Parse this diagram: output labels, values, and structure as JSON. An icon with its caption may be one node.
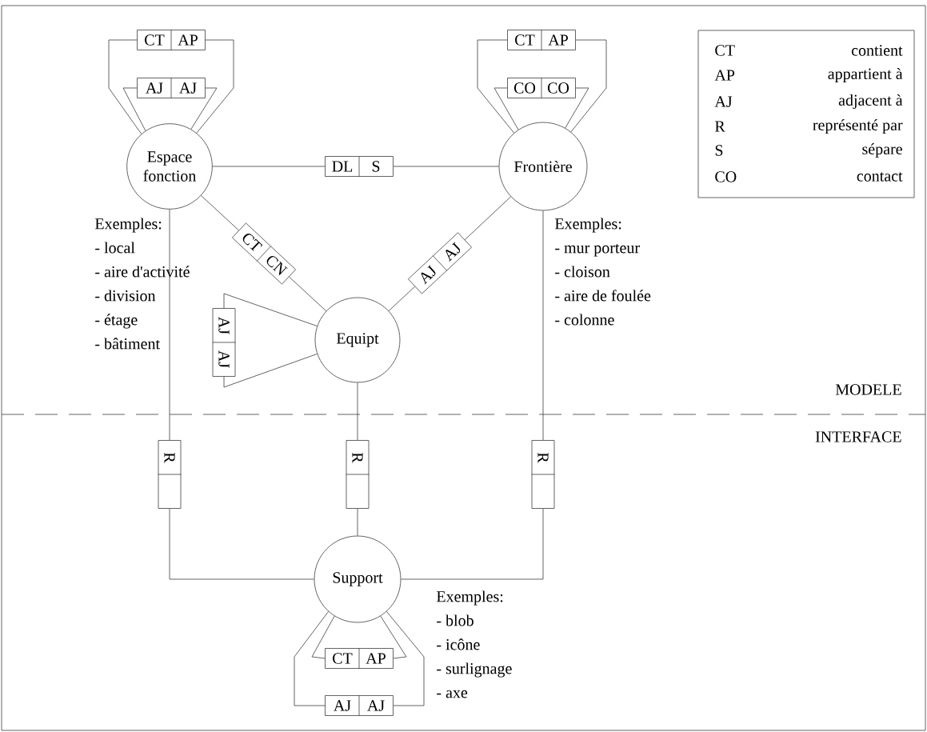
{
  "diagram": {
    "nodes": [
      {
        "text": [
          "Espace fonction"
        ],
        "beside": [
          "Exemples:",
          "- local",
          "- aire d'activité",
          "- division",
          "- étage",
          "- bâtiment"
        ]
      },
      {
        "text": [
          "Frontière"
        ],
        "beside": [
          "Exemples:",
          "- mur porteur",
          "- cloison",
          "- aire de foulée",
          "- colonne"
        ]
      },
      {
        "text": [
          "Equipt"
        ]
      },
      {
        "text": [
          "Support"
        ],
        "beside": [
          "Exemples:",
          "- blob",
          "- icône",
          "- surlignage",
          "- axe"
        ]
      },
      {
        "text": [
          "CT",
          "AP"
        ]
      },
      {
        "text": [
          "AJ",
          "AJ"
        ]
      },
      {
        "text": [
          "CT",
          "AP"
        ]
      },
      {
        "text": [
          "CO",
          "CO"
        ]
      },
      {
        "text": [
          "DL",
          "S"
        ]
      },
      {
        "text": [
          "CT",
          "CN"
        ]
      },
      {
        "text": [
          "AJ",
          "AJ"
        ]
      },
      {
        "text": [
          "AJ",
          "AJ"
        ]
      },
      {
        "text": [
          "R"
        ]
      },
      {
        "text": [
          "R"
        ]
      },
      {
        "text": [
          "R"
        ]
      },
      {
        "text": [
          "CT",
          "AP"
        ]
      },
      {
        "text": [
          "AJ",
          "AJ"
        ]
      }
    ],
    "edges": [
      {
        "from": 0,
        "to": 4,
        "arrow": "none"
      },
      {
        "from": 4,
        "to": 0,
        "arrow": "none"
      },
      {
        "from": 0,
        "to": 5,
        "arrow": "none"
      },
      {
        "from": 5,
        "to": 0,
        "arrow": "none"
      },
      {
        "from": 1,
        "to": 6,
        "arrow": "none"
      },
      {
        "from": 6,
        "to": 1,
        "arrow": "none"
      },
      {
        "from": 1,
        "to": 7,
        "arrow": "none"
      },
      {
        "from": 7,
        "to": 1,
        "arrow": "none"
      },
      {
        "from": 0,
        "to": 8,
        "arrow": "none"
      },
      {
        "from": 8,
        "to": 1,
        "arrow": "none"
      },
      {
        "from": 0,
        "to": 9,
        "arrow": "none"
      },
      {
        "from": 9,
        "to": 2,
        "arrow": "none"
      },
      {
        "from": 2,
        "to": 10,
        "arrow": "none"
      },
      {
        "from": 10,
        "to": 1,
        "arrow": "none"
      },
      {
        "from": 2,
        "to": 11,
        "arrow": "none"
      },
      {
        "from": 11,
        "to": 2,
        "arrow": "none"
      },
      {
        "from": 0,
        "to": 12,
        "arrow": "none"
      },
      {
        "from": 12,
        "to": 3,
        "arrow": "none"
      },
      {
        "from": 2,
        "to": 13,
        "arrow": "none"
      },
      {
        "from": 13,
        "to": 3,
        "arrow": "none"
      },
      {
        "from": 1,
        "to": 14,
        "arrow": "none"
      },
      {
        "from": 14,
        "to": 3,
        "arrow": "none"
      },
      {
        "from": 3,
        "to": 15,
        "arrow": "none"
      },
      {
        "from": 15,
        "to": 3,
        "arrow": "none"
      },
      {
        "from": 3,
        "to": 16,
        "arrow": "none"
      },
      {
        "from": 16,
        "to": 3,
        "arrow": "none"
      }
    ],
    "labels": [
      "CT",
      "contient",
      "AP",
      "appartient à",
      "AJ",
      "adjacent à",
      "R",
      "représenté par",
      "S",
      "sépare",
      "CO",
      "contact",
      "MODELE",
      "INTERFACE"
    ]
  }
}
